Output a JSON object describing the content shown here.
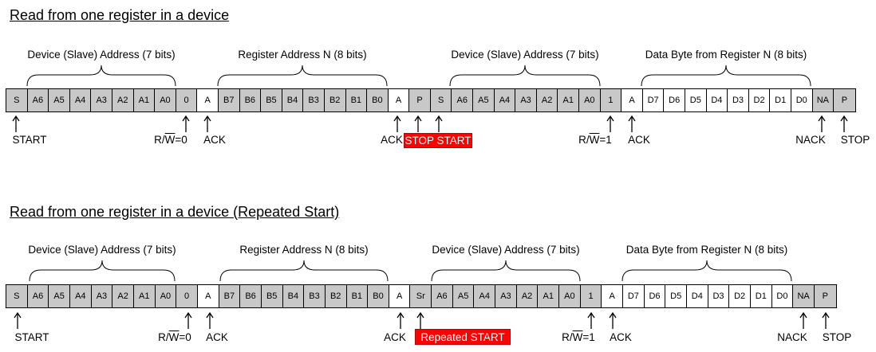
{
  "diagrams": [
    {
      "title": "Read from one register in a device",
      "groups": [
        {
          "label": "Device (Slave) Address (7 bits)"
        },
        {
          "label": "Register Address N (8 bits)"
        },
        {
          "label": "Device (Slave) Address (7 bits)"
        },
        {
          "label": "Data Byte from Register N (8 bits)"
        }
      ],
      "cells": [
        "S",
        "A6",
        "A5",
        "A4",
        "A3",
        "A2",
        "A1",
        "A0",
        "0",
        "A",
        "B7",
        "B6",
        "B5",
        "B4",
        "B3",
        "B2",
        "B1",
        "B0",
        "A",
        "P",
        "S",
        "A6",
        "A5",
        "A4",
        "A3",
        "A2",
        "A1",
        "A0",
        "1",
        "A",
        "D7",
        "D6",
        "D5",
        "D4",
        "D3",
        "D2",
        "D1",
        "D0",
        "NA",
        "P"
      ],
      "shading": [
        "g",
        "g",
        "g",
        "g",
        "g",
        "g",
        "g",
        "g",
        "g",
        "w",
        "g",
        "g",
        "g",
        "g",
        "g",
        "g",
        "g",
        "g",
        "w",
        "g",
        "g",
        "g",
        "g",
        "g",
        "g",
        "g",
        "g",
        "g",
        "g",
        "w",
        "w",
        "w",
        "w",
        "w",
        "w",
        "w",
        "w",
        "w",
        "g",
        "g"
      ],
      "markers": {
        "start": "START",
        "rw0_prefix": "R/",
        "rw_w": "W",
        "rw0_suffix": "=0",
        "ack1": "ACK",
        "ack2": "ACK",
        "stop_start": "STOP START",
        "rw1_prefix": "R/",
        "rw1_suffix": "=1",
        "ack3": "ACK",
        "nack": "NACK",
        "stop": "STOP"
      }
    },
    {
      "title": "Read from one register in a device (Repeated Start)",
      "groups": [
        {
          "label": "Device (Slave) Address (7 bits)"
        },
        {
          "label": "Register Address N (8 bits)"
        },
        {
          "label": "Device (Slave) Address (7 bits)"
        },
        {
          "label": "Data Byte from Register N (8 bits)"
        }
      ],
      "cells": [
        "S",
        "A6",
        "A5",
        "A4",
        "A3",
        "A2",
        "A1",
        "A0",
        "0",
        "A",
        "B7",
        "B6",
        "B5",
        "B4",
        "B3",
        "B2",
        "B1",
        "B0",
        "A",
        "Sr",
        "A6",
        "A5",
        "A4",
        "A3",
        "A2",
        "A1",
        "A0",
        "1",
        "A",
        "D7",
        "D6",
        "D5",
        "D4",
        "D3",
        "D2",
        "D1",
        "D0",
        "NA",
        "P"
      ],
      "shading": [
        "g",
        "g",
        "g",
        "g",
        "g",
        "g",
        "g",
        "g",
        "g",
        "w",
        "g",
        "g",
        "g",
        "g",
        "g",
        "g",
        "g",
        "g",
        "w",
        "g",
        "g",
        "g",
        "g",
        "g",
        "g",
        "g",
        "g",
        "g",
        "w",
        "w",
        "w",
        "w",
        "w",
        "w",
        "w",
        "w",
        "w",
        "g",
        "g"
      ],
      "markers": {
        "start": "START",
        "rw0_prefix": "R/",
        "rw_w": "W",
        "rw0_suffix": "=0",
        "ack1": "ACK",
        "ack2": "ACK",
        "repeated_start": "Repeated START",
        "rw1_prefix": "R/",
        "rw1_suffix": "=1",
        "ack3": "ACK",
        "nack": "NACK",
        "stop": "STOP"
      }
    }
  ],
  "colors": {
    "gray_cell": "#c8c8c8",
    "white_cell": "#ffffff",
    "callout": "#ff0000"
  }
}
